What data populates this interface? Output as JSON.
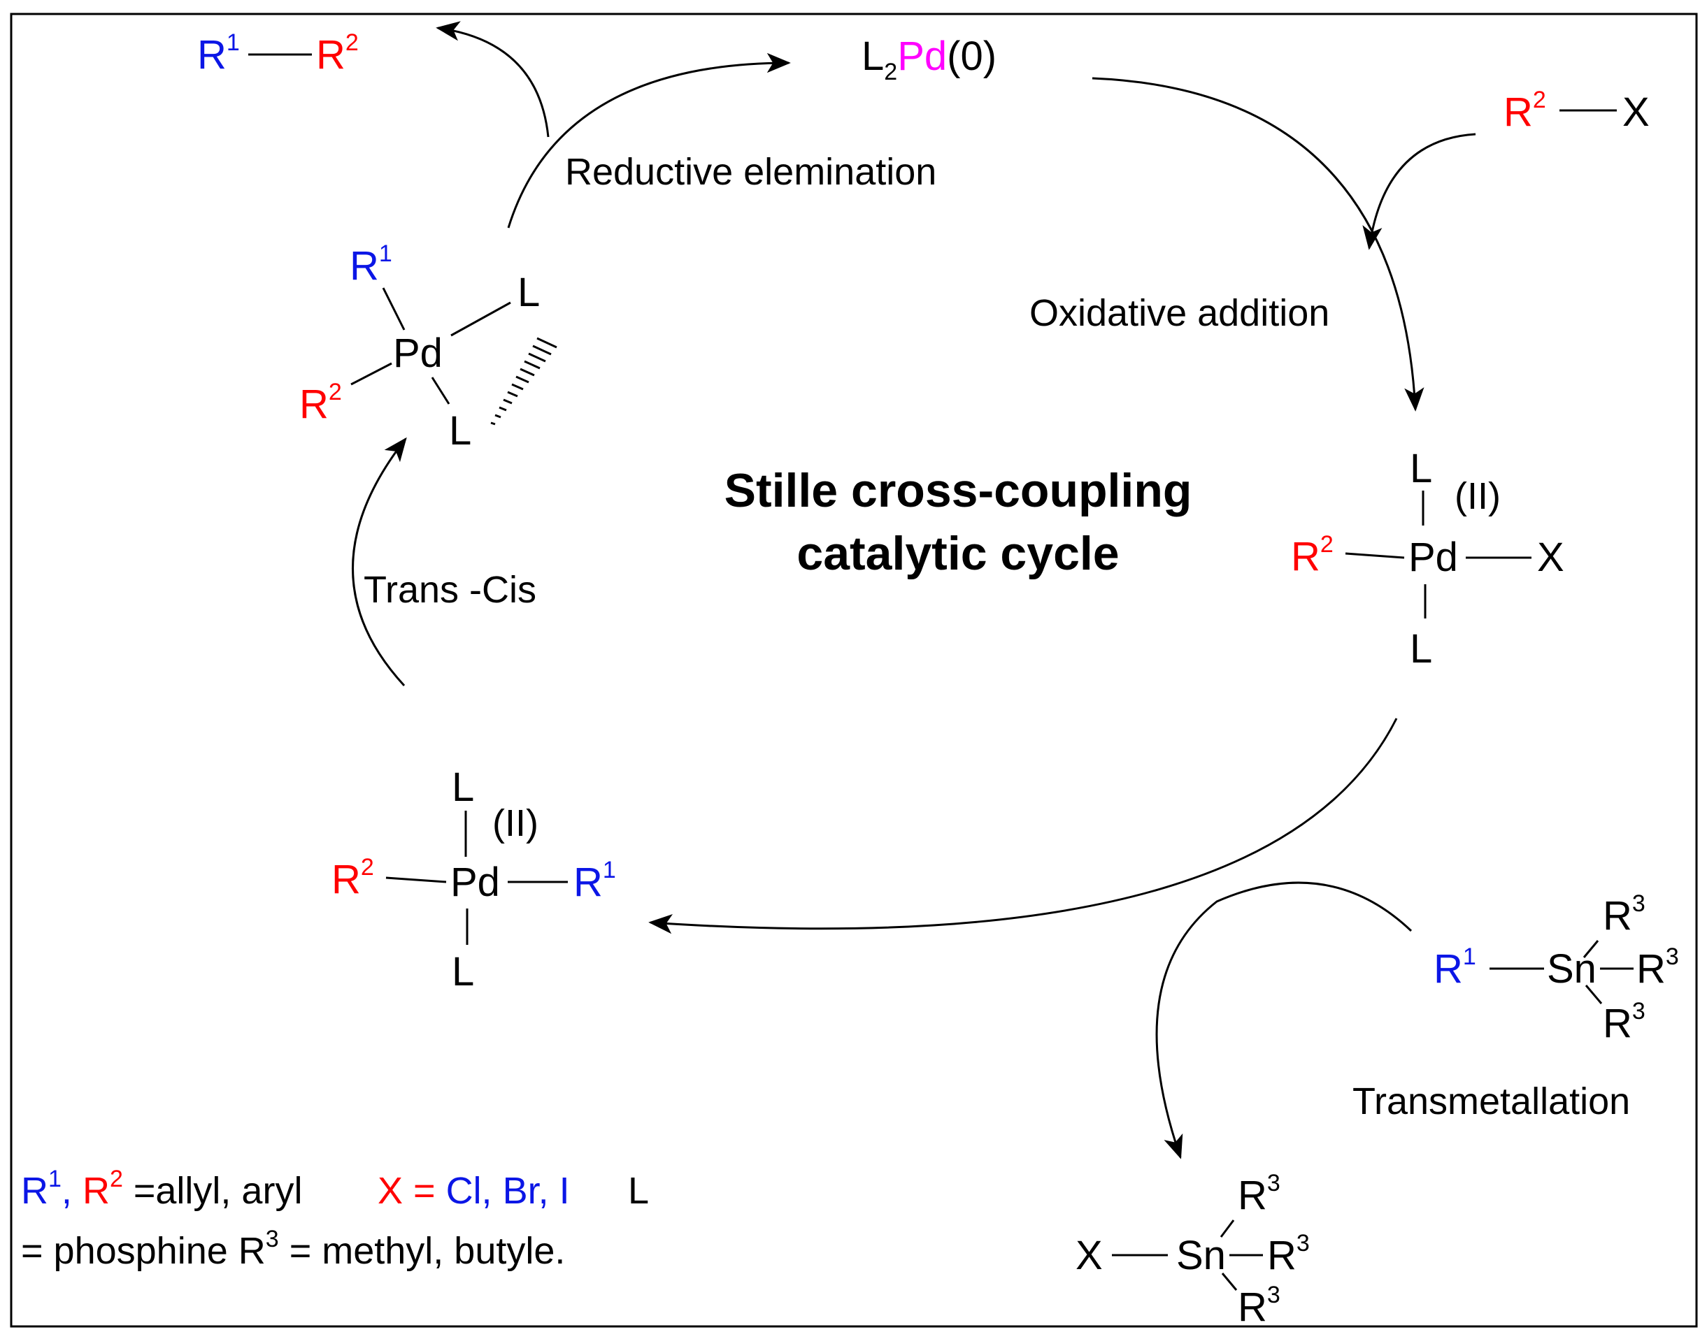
{
  "colors": {
    "r1": "#0b16e6",
    "r2": "#ff0000",
    "pd": "#ff00ff",
    "x": "#ff0000",
    "default": "#000000"
  },
  "title": {
    "line1": "Stille cross-coupling",
    "line2": "catalytic cycle"
  },
  "steps": {
    "reductive": "Reductive elemination",
    "oxidative": "Oxidative addition",
    "transcis": "Trans -Cis",
    "transmetallation": "Transmetallation"
  },
  "atoms": {
    "R": "R",
    "L": "L",
    "Pd": "Pd",
    "X": "X",
    "Sn": "Sn",
    "one": "1",
    "two": "2",
    "three": "3",
    "zero_paren": "(0)",
    "ox_state": "(II)"
  },
  "legend": {
    "line1": {
      "r1": "R",
      "r1_sup": "1",
      "comma": ", ",
      "r2": "R",
      "r2_sup": "2",
      "r_def": " =allyl, aryl",
      "x_label": "X = ",
      "x_def": "Cl, Br, I",
      "l_label": "L"
    },
    "line2": {
      "start": "= phosphine  R",
      "sup": "3",
      "end": " = methyl, butyle."
    }
  }
}
